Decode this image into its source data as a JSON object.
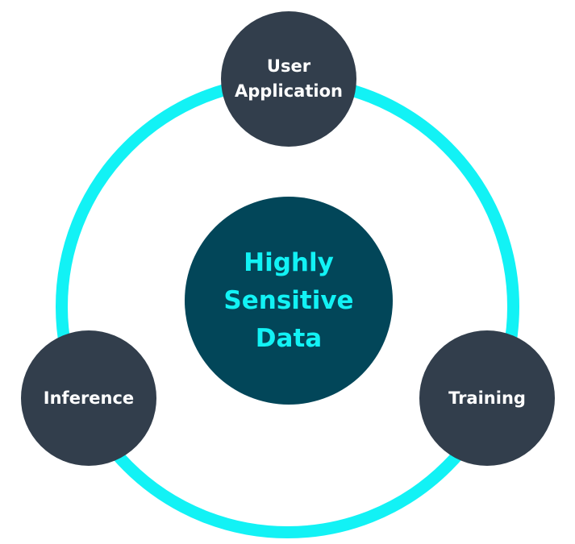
{
  "colors": {
    "ring": "#12f2f5",
    "satellite_fill": "#323e4c",
    "center_fill": "#024659",
    "satellite_text": "#ffffff",
    "center_text": "#12f2f5"
  },
  "center": {
    "lines": [
      "Highly",
      "Sensitive",
      "Data"
    ]
  },
  "nodes": {
    "user_application": {
      "lines": [
        "User",
        "Application"
      ]
    },
    "inference": {
      "lines": [
        "Inference"
      ]
    },
    "training": {
      "lines": [
        "Training"
      ]
    }
  }
}
